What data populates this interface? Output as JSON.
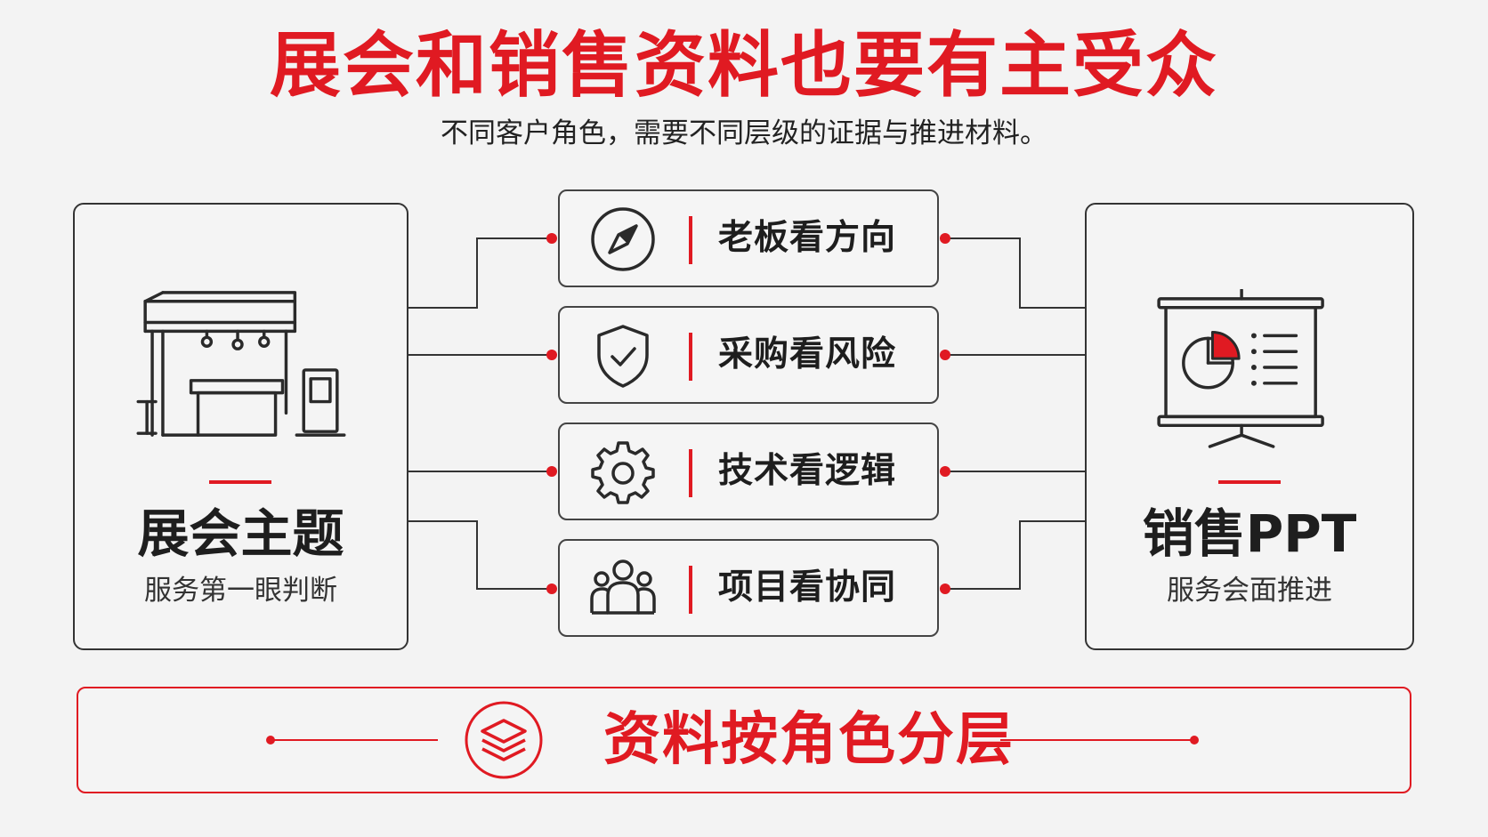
{
  "title": "展会和销售资料也要有主受众",
  "subtitle": "不同客户角色，需要不同层级的证据与推进材料。",
  "left_card": {
    "title": "展会主题",
    "subtitle": "服务第一眼判断",
    "icon": "exhibition-booth-icon"
  },
  "right_card": {
    "title": "销售PPT",
    "subtitle": "服务会面推进",
    "icon": "presentation-screen-icon"
  },
  "roles": [
    {
      "label": "老板看方向",
      "icon": "compass-icon"
    },
    {
      "label": "采购看风险",
      "icon": "shield-check-icon"
    },
    {
      "label": "技术看逻辑",
      "icon": "gear-icon"
    },
    {
      "label": "项目看协同",
      "icon": "team-icon"
    }
  ],
  "bottom": {
    "label": "资料按角色分层",
    "icon": "layers-icon"
  },
  "colors": {
    "accent": "#e01a22",
    "line": "#333333",
    "background": "#f3f3f3"
  }
}
